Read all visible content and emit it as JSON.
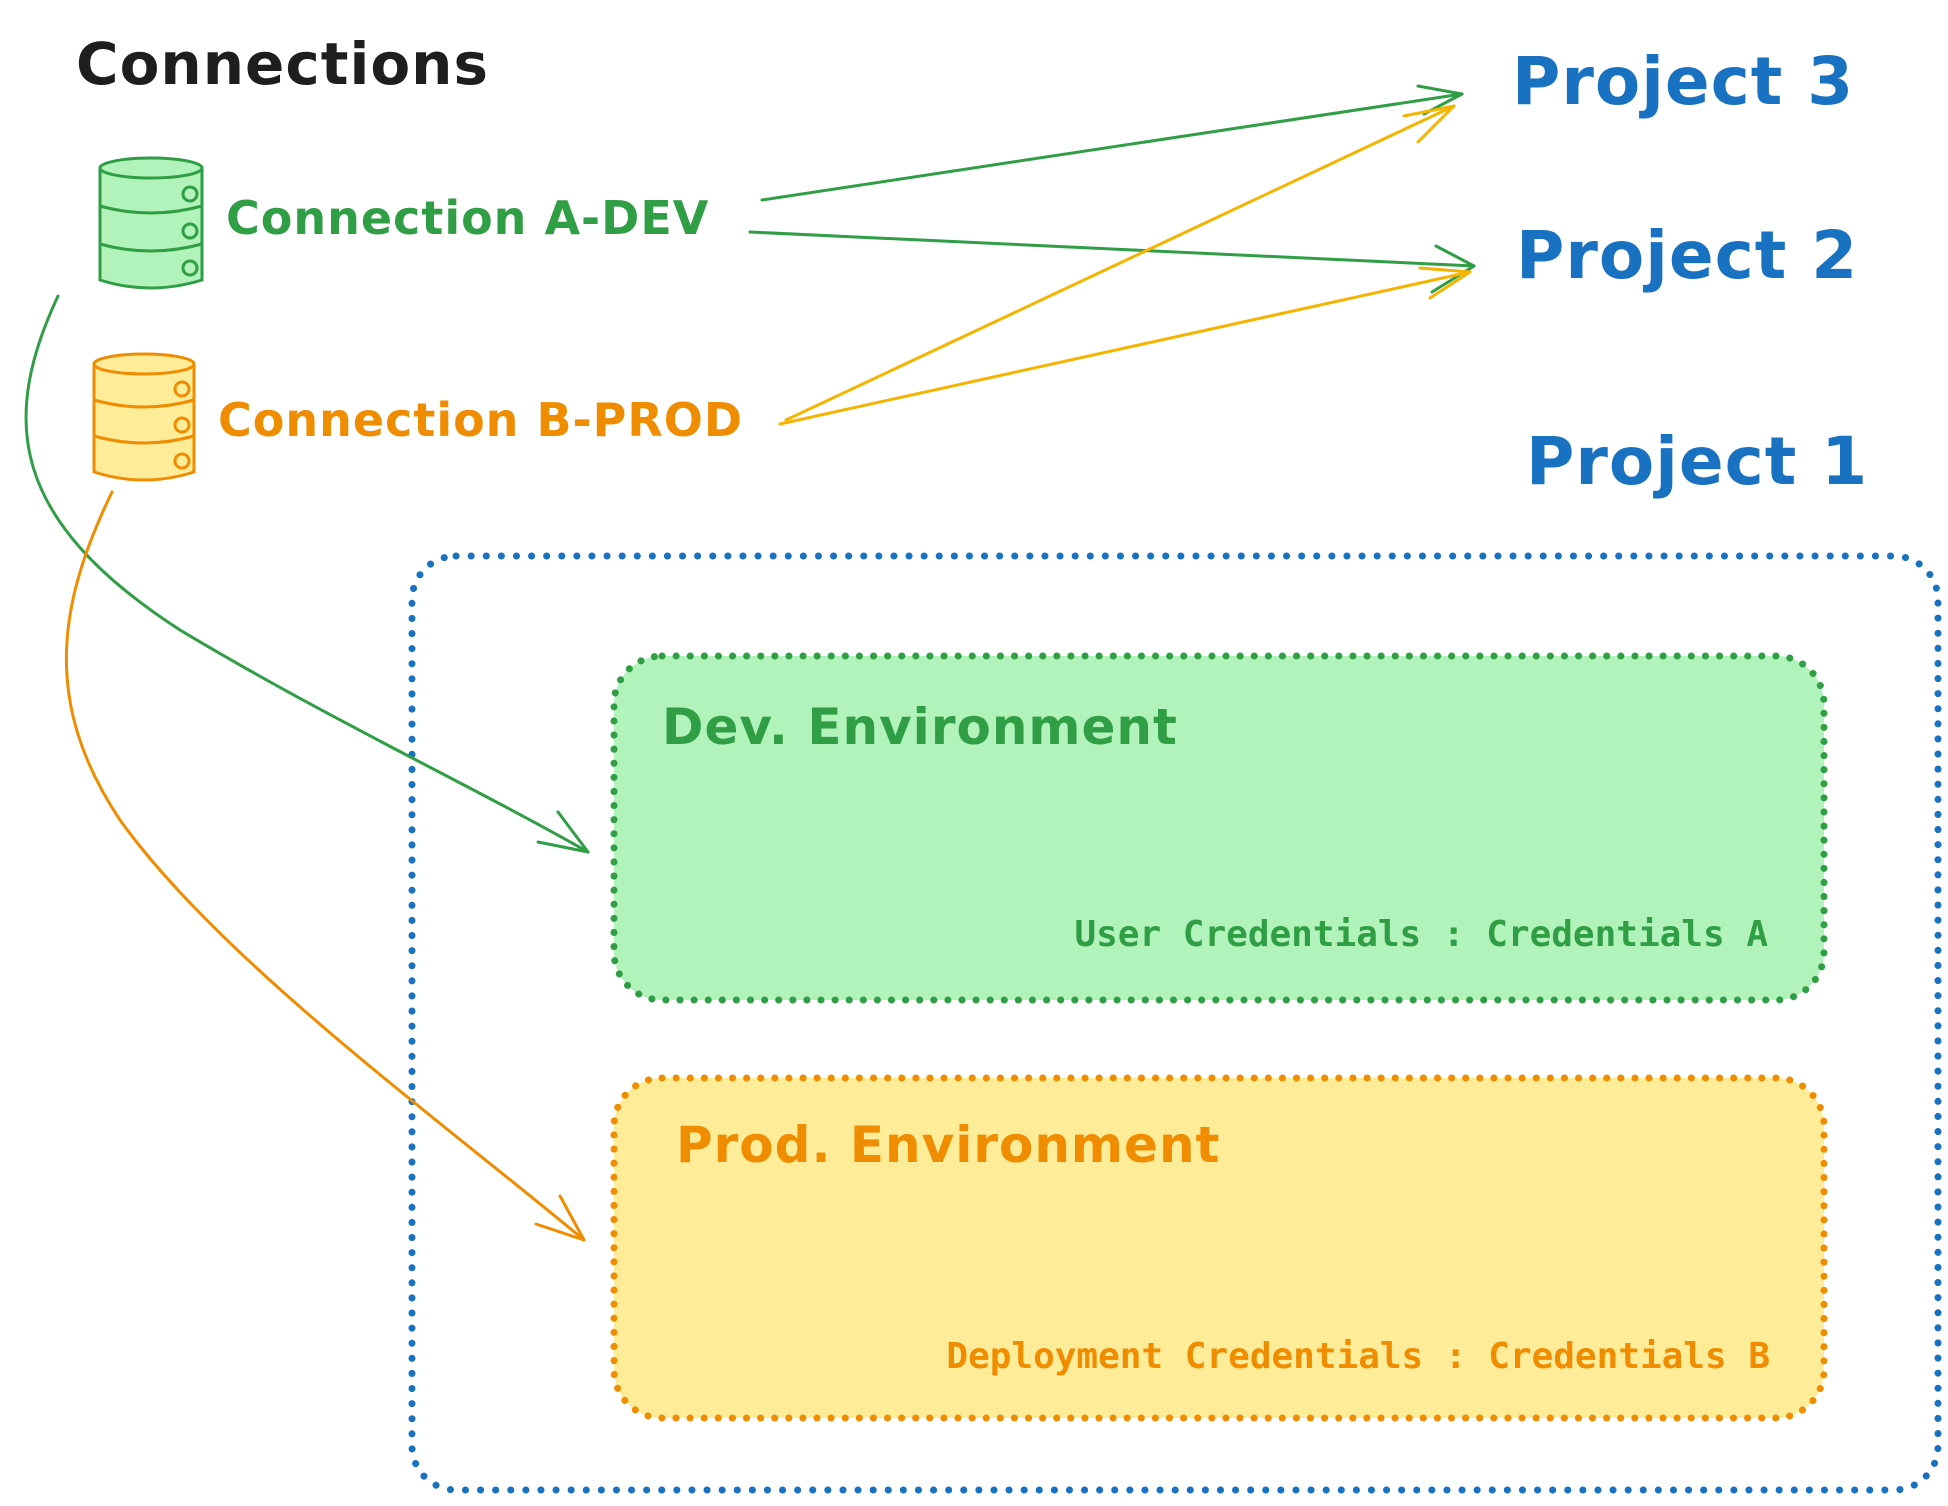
{
  "colors": {
    "black": "#1e1e1e",
    "blue": "#1971c2",
    "green": "#2f9e44",
    "green_fill": "#b2f2bb",
    "orange": "#f08c00",
    "orange_fill": "#ffec99",
    "yellow_arrow": "#f5b400"
  },
  "connections": {
    "title": "Connections",
    "items": [
      {
        "label": "Connection A-DEV",
        "icon": "database-icon",
        "color": "green"
      },
      {
        "label": "Connection B-PROD",
        "icon": "database-icon",
        "color": "orange"
      }
    ]
  },
  "projects": {
    "p3": "Project 3",
    "p2": "Project 2",
    "p1": "Project 1"
  },
  "environments": {
    "dev": {
      "title": "Dev. Environment",
      "credentials": "User Credentials : Credentials A"
    },
    "prod": {
      "title": "Prod. Environment",
      "credentials": "Deployment Credentials : Credentials B"
    }
  },
  "links": [
    {
      "from": "Connection A-DEV",
      "to": "Project 3"
    },
    {
      "from": "Connection A-DEV",
      "to": "Project 2"
    },
    {
      "from": "Connection B-PROD",
      "to": "Project 3"
    },
    {
      "from": "Connection B-PROD",
      "to": "Project 2"
    },
    {
      "from": "Connection A-DEV",
      "to": "Dev. Environment"
    },
    {
      "from": "Connection B-PROD",
      "to": "Prod. Environment"
    }
  ]
}
